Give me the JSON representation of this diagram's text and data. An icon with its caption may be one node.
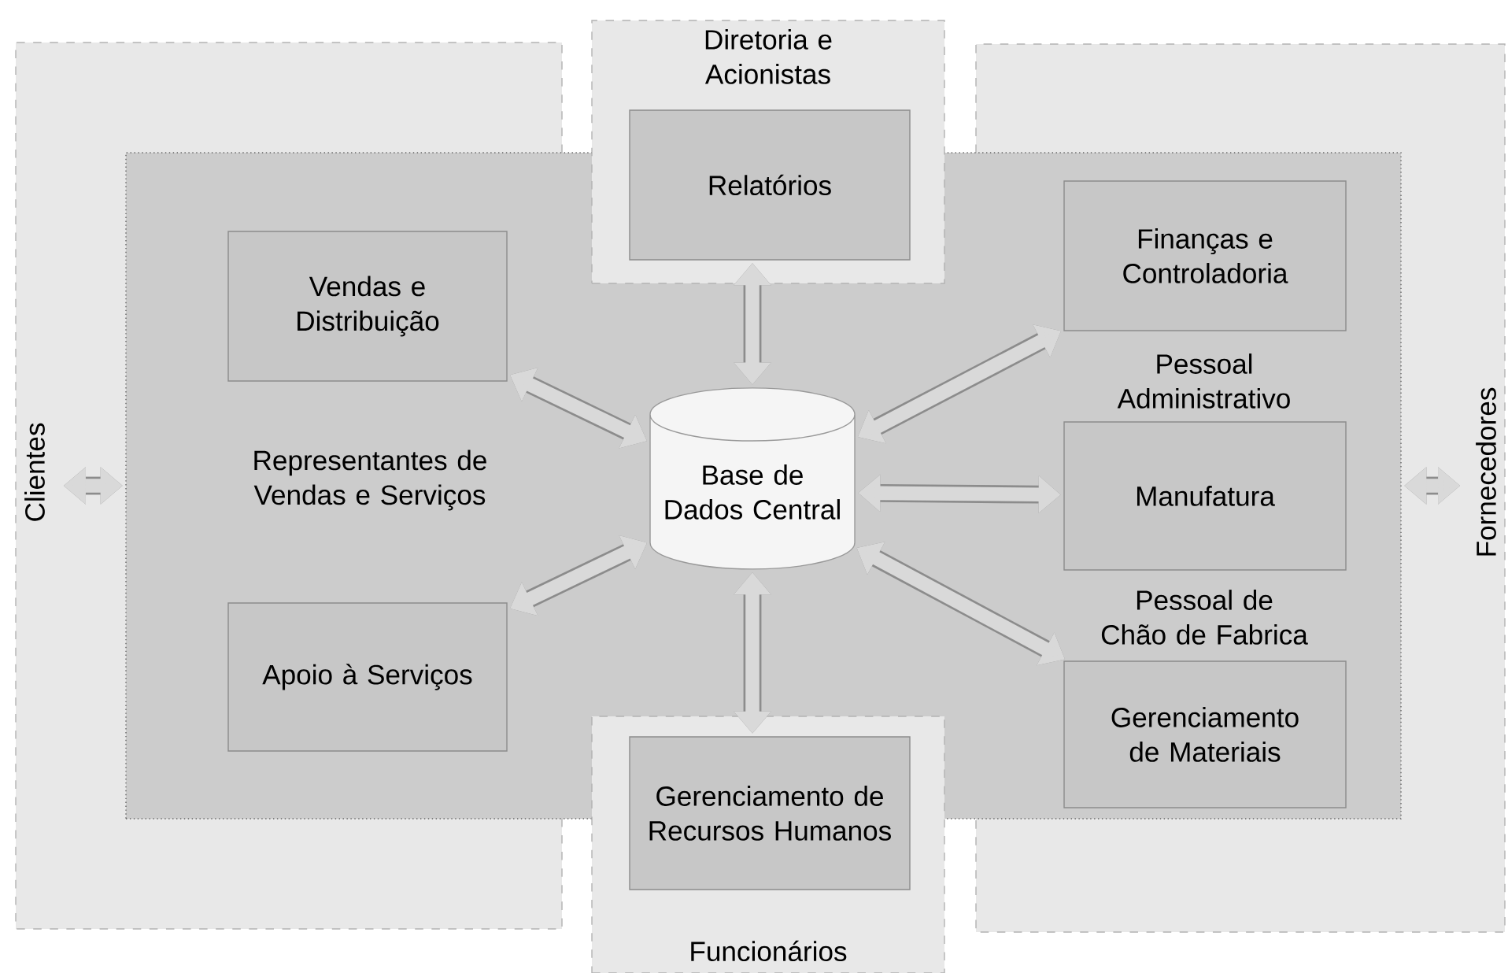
{
  "diagram": {
    "nodes": [
      {
        "text": [
          "Clientes"
        ]
      },
      {
        "text": [
          "Diretoria e Acionistas"
        ]
      },
      {
        "text": [
          "Relatórios"
        ],
        "in": 1
      },
      {
        "text": [
          "Fornecedores"
        ]
      },
      {
        "text": [],
        "shape": "box"
      },
      {
        "text": [
          "Vendas e Distribuição"
        ],
        "in": 4
      },
      {
        "text": [
          "Finanças e Controladoria"
        ],
        "in": 4
      },
      {
        "text": [
          "Base de Dados Central"
        ],
        "in": 4
      },
      {
        "text": [
          "Manufatura"
        ],
        "in": 4
      },
      {
        "text": [
          "Apoio à Serviços"
        ],
        "in": 4
      },
      {
        "text": [
          "Gerenciamento de Materiais"
        ],
        "in": 4
      },
      {
        "text": [
          "Funcionários"
        ]
      },
      {
        "text": [
          "Gerenciamento de Recursos Humanos"
        ],
        "in": 11
      }
    ],
    "edges": [
      {
        "from": 0,
        "to": 4,
        "arrow": "both"
      },
      {
        "from": 7,
        "to": 2,
        "arrow": "both"
      },
      {
        "from": 7,
        "to": 5,
        "arrow": "both"
      },
      {
        "from": 7,
        "to": 6,
        "arrow": "both"
      },
      {
        "from": 7,
        "to": 8,
        "arrow": "both"
      },
      {
        "from": 7,
        "to": 9,
        "arrow": "both"
      },
      {
        "from": 7,
        "to": 10,
        "arrow": "both"
      },
      {
        "from": 7,
        "to": 12,
        "arrow": "both"
      },
      {
        "from": 4,
        "to": 3,
        "arrow": "both"
      }
    ],
    "labels": [
      "Representantes de Vendas e Serviços",
      "Pessoal Administrativo",
      "Pessoal de Chão de Fabrica"
    ]
  }
}
